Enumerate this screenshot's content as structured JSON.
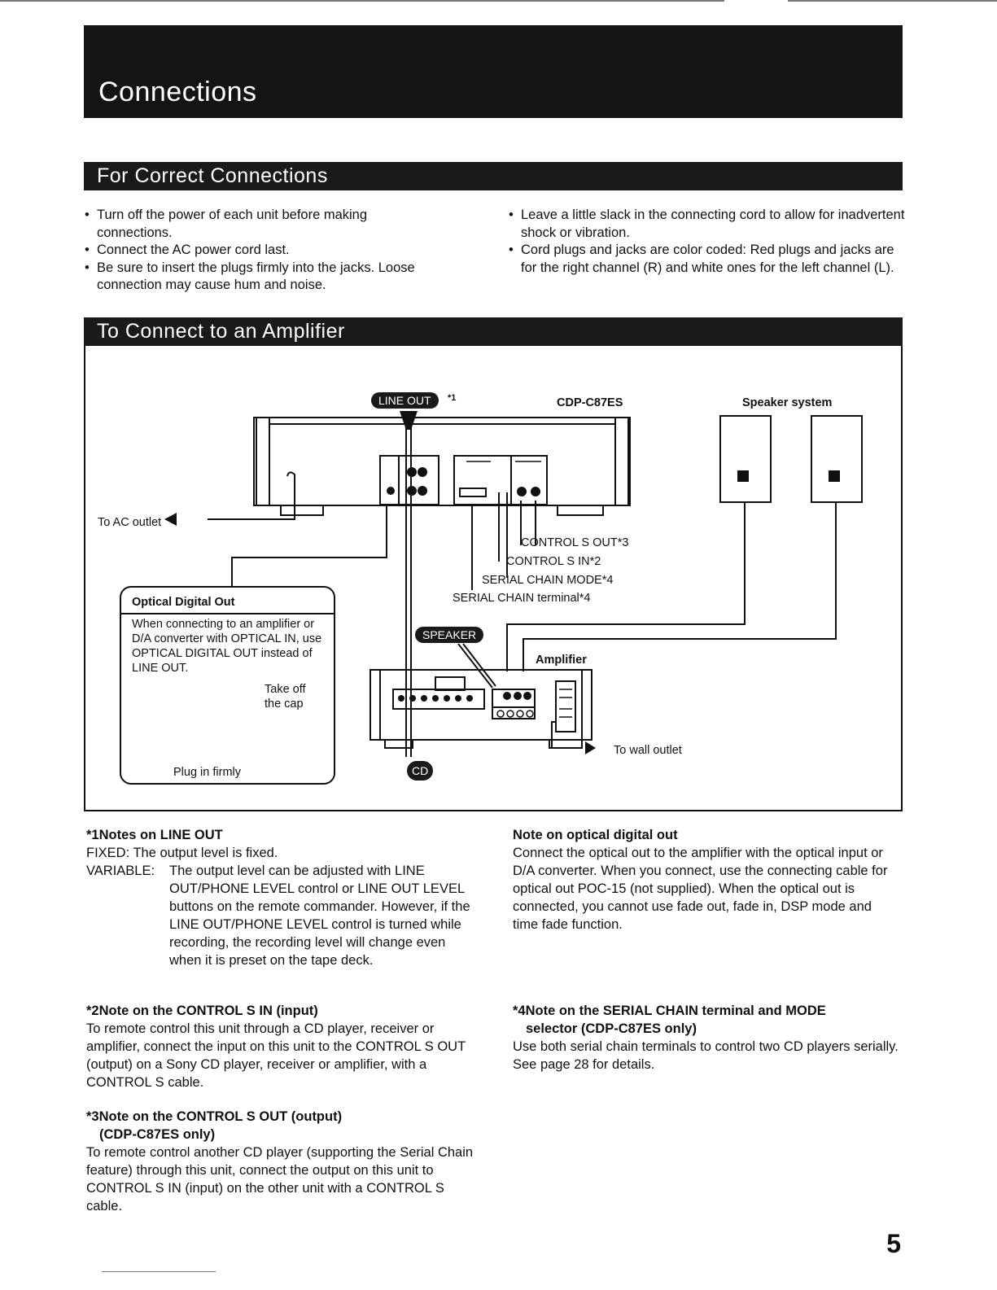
{
  "page": {
    "title": "Connections",
    "page_number": "5"
  },
  "correct_connections": {
    "heading": "For Correct Connections",
    "left_bullets": [
      "Turn off the power of each unit before making connections.",
      "Connect the AC power cord last.",
      "Be sure to insert the plugs firmly into the jacks. Loose connection may cause hum and noise."
    ],
    "right_bullets": [
      "Leave a little slack in the connecting cord to allow for inadvertent shock or vibration.",
      "Cord plugs and jacks are color coded: Red plugs and jacks are for the right channel (R) and white ones for the left channel (L)."
    ]
  },
  "amplifier": {
    "heading": "To Connect to an Amplifier",
    "labels": {
      "line_out_pill": "LINE OUT",
      "line_out_ref": "*1",
      "model": "CDP-C87ES",
      "speaker_system": "Speaker system",
      "ac_outlet": "To AC outlet",
      "control_s_out": "CONTROL S OUT*3",
      "control_s_in": "CONTROL S IN*2",
      "serial_chain_mode": "SERIAL CHAIN MODE*4",
      "serial_chain_terminal": "SERIAL CHAIN terminal*4",
      "speaker_pill": "SPEAKER",
      "amplifier": "Amplifier",
      "wall_outlet": "To wall outlet",
      "cd_pill": "CD"
    },
    "optical_box": {
      "title": "Optical Digital Out",
      "description": "When connecting to an amplifier or D/A converter with OPTICAL IN, use OPTICAL DIGITAL OUT instead of LINE OUT.",
      "take_off": "Take off the cap",
      "plug_in": "Plug in firmly"
    }
  },
  "notes": {
    "line_out": {
      "title": "*1Notes on LINE OUT",
      "fixed": "FIXED: The output level is fixed.",
      "variable_label": "VARIABLE:",
      "variable_text": "The output level can be adjusted with LINE OUT/PHONE LEVEL control or LINE OUT LEVEL buttons on the remote commander. However, if the LINE OUT/PHONE LEVEL control is turned while recording, the recording level will change even when it is preset on the tape deck."
    },
    "control_s_in": {
      "title": "*2Note on the CONTROL S IN (input)",
      "text": "To remote control this unit through a CD player, receiver or amplifier, connect the input on this unit to the CONTROL S OUT (output) on a Sony CD player, receiver or amplifier, with a CONTROL S cable."
    },
    "control_s_out": {
      "title": "*3Note on the CONTROL S OUT (output)",
      "title2": "(CDP-C87ES only)",
      "text": "To remote control another CD player (supporting the Serial Chain feature) through this unit, connect the output on this unit to CONTROL S IN (input) on the other unit with a CONTROL S cable."
    },
    "optical": {
      "title": "Note on optical digital out",
      "text": "Connect the optical out to the amplifier with the optical input or D/A converter. When you connect, use the connecting cable for optical out POC-15 (not supplied). When the optical out is connected, you cannot use fade out, fade in, DSP mode and time fade function."
    },
    "serial_chain": {
      "title": "*4Note on the SERIAL CHAIN terminal and MODE",
      "title2": "selector (CDP-C87ES only)",
      "text": "Use both serial chain terminals to control two CD players serially. See page 28 for details."
    }
  }
}
